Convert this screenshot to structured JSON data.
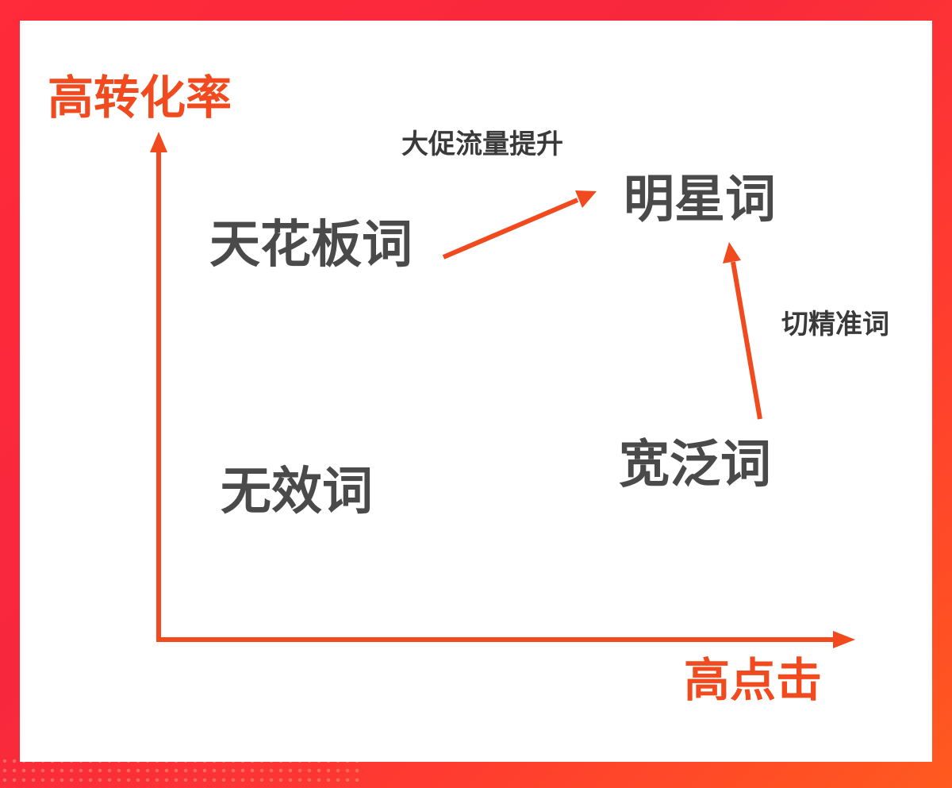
{
  "colors": {
    "frame": "#f8283c",
    "panel": "#ffffff",
    "accent": "#f04a1e",
    "category_text": "#4a4a4a",
    "note_text": "#3a3a3a"
  },
  "axes": {
    "y_label": "高转化率",
    "x_label": "高点击"
  },
  "categories": {
    "top_left": "天花板词",
    "top_right": "明星词",
    "bottom_left": "无效词",
    "bottom_right": "宽泛词"
  },
  "transitions": [
    {
      "from": "天花板词",
      "to": "明星词",
      "label": "大促流量提升"
    },
    {
      "from": "宽泛词",
      "to": "明星词",
      "label": "切精准词"
    }
  ]
}
